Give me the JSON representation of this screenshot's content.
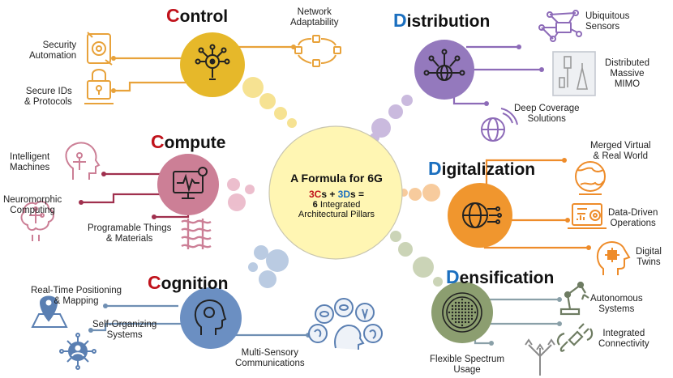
{
  "center": {
    "title": "A Formula for 6G",
    "formula": {
      "c_count": "3",
      "c_letter": "C",
      "c_suffix": "s + ",
      "d_count": "3",
      "d_letter": "D",
      "d_suffix": "s ="
    },
    "subtitle_count": "6",
    "subtitle_text": "Integrated",
    "subtitle_line2": "Architectural Pillars"
  },
  "pillars": {
    "control": {
      "first": "C",
      "rest": "ontrol",
      "color": "#e6b82a"
    },
    "compute": {
      "first": "C",
      "rest": "ompute",
      "color": "#cc7f96"
    },
    "cognition": {
      "first": "C",
      "rest": "ognition",
      "color": "#6b8fc2"
    },
    "distribution": {
      "first": "D",
      "rest": "istribution",
      "color": "#9479bd"
    },
    "digitalization": {
      "first": "D",
      "rest": "igitalization",
      "color": "#f0962e"
    },
    "densification": {
      "first": "D",
      "rest": "ensification",
      "color": "#8c9e70"
    }
  },
  "labels": {
    "network_adaptability": [
      "Network",
      "Adaptability"
    ],
    "security_automation": [
      "Security",
      "Automation"
    ],
    "secure_ids": [
      "Secure IDs",
      "& Protocols"
    ],
    "intelligent_machines": [
      "Intelligent",
      "Machines"
    ],
    "neuromorphic": [
      "Neuromorphic",
      "Computing"
    ],
    "programable": [
      "Programable Things",
      "& Materials"
    ],
    "positioning": [
      "Real-Time Positioning",
      "& Mapping"
    ],
    "self_organizing": [
      "Self-Organizing",
      "Systems"
    ],
    "multi_sensory": [
      "Multi-Sensory",
      "Communications"
    ],
    "ubiquitous": [
      "Ubiquitous",
      "Sensors"
    ],
    "mimo": [
      "Distributed",
      "Massive",
      "MIMO"
    ],
    "deep_coverage": [
      "Deep Coverage",
      "Solutions"
    ],
    "merged_virtual": [
      "Merged Virtual",
      "& Real World"
    ],
    "data_driven": [
      "Data-Driven",
      "Operations"
    ],
    "digital_twins": [
      "Digital",
      "Twins"
    ],
    "autonomous": [
      "Autonomous",
      "Systems"
    ],
    "integrated_conn": [
      "Integrated",
      "Connectivity"
    ],
    "flexible_spectrum": [
      "Flexible Spectrum",
      "Usage"
    ]
  },
  "colors": {
    "letter_c": "#c0121b",
    "letter_d": "#1b6fbf",
    "center_fill": "#fff6b3",
    "control_line": "#e8a23a",
    "compute_line": "#a0304e",
    "cognition_line": "#6f8fb3",
    "distribution_line": "#8d6bb8",
    "digitalization_line": "#ee8c2a",
    "densification_line": "#8aa0a8"
  },
  "icons": [
    "network-nodes-icon",
    "refresh-cycle-icon",
    "gear-shield-icon",
    "padlock-icon",
    "robot-head-icon",
    "brain-circuit-icon",
    "monitor-heartbeat-icon",
    "woven-mesh-icon",
    "map-pin-icon",
    "user-network-icon",
    "human-head-icon",
    "senses-cluster-icon",
    "globe-network-icon",
    "iot-sensor-icon",
    "antenna-tower-icon",
    "satellite-globe-icon",
    "fingerprint-globe-icon",
    "globe-wireframe-icon",
    "dashboard-gear-icon",
    "digital-twin-head-icon",
    "disc-array-icon",
    "robot-arm-icon",
    "plug-connector-icon",
    "diverging-arrows-icon"
  ]
}
